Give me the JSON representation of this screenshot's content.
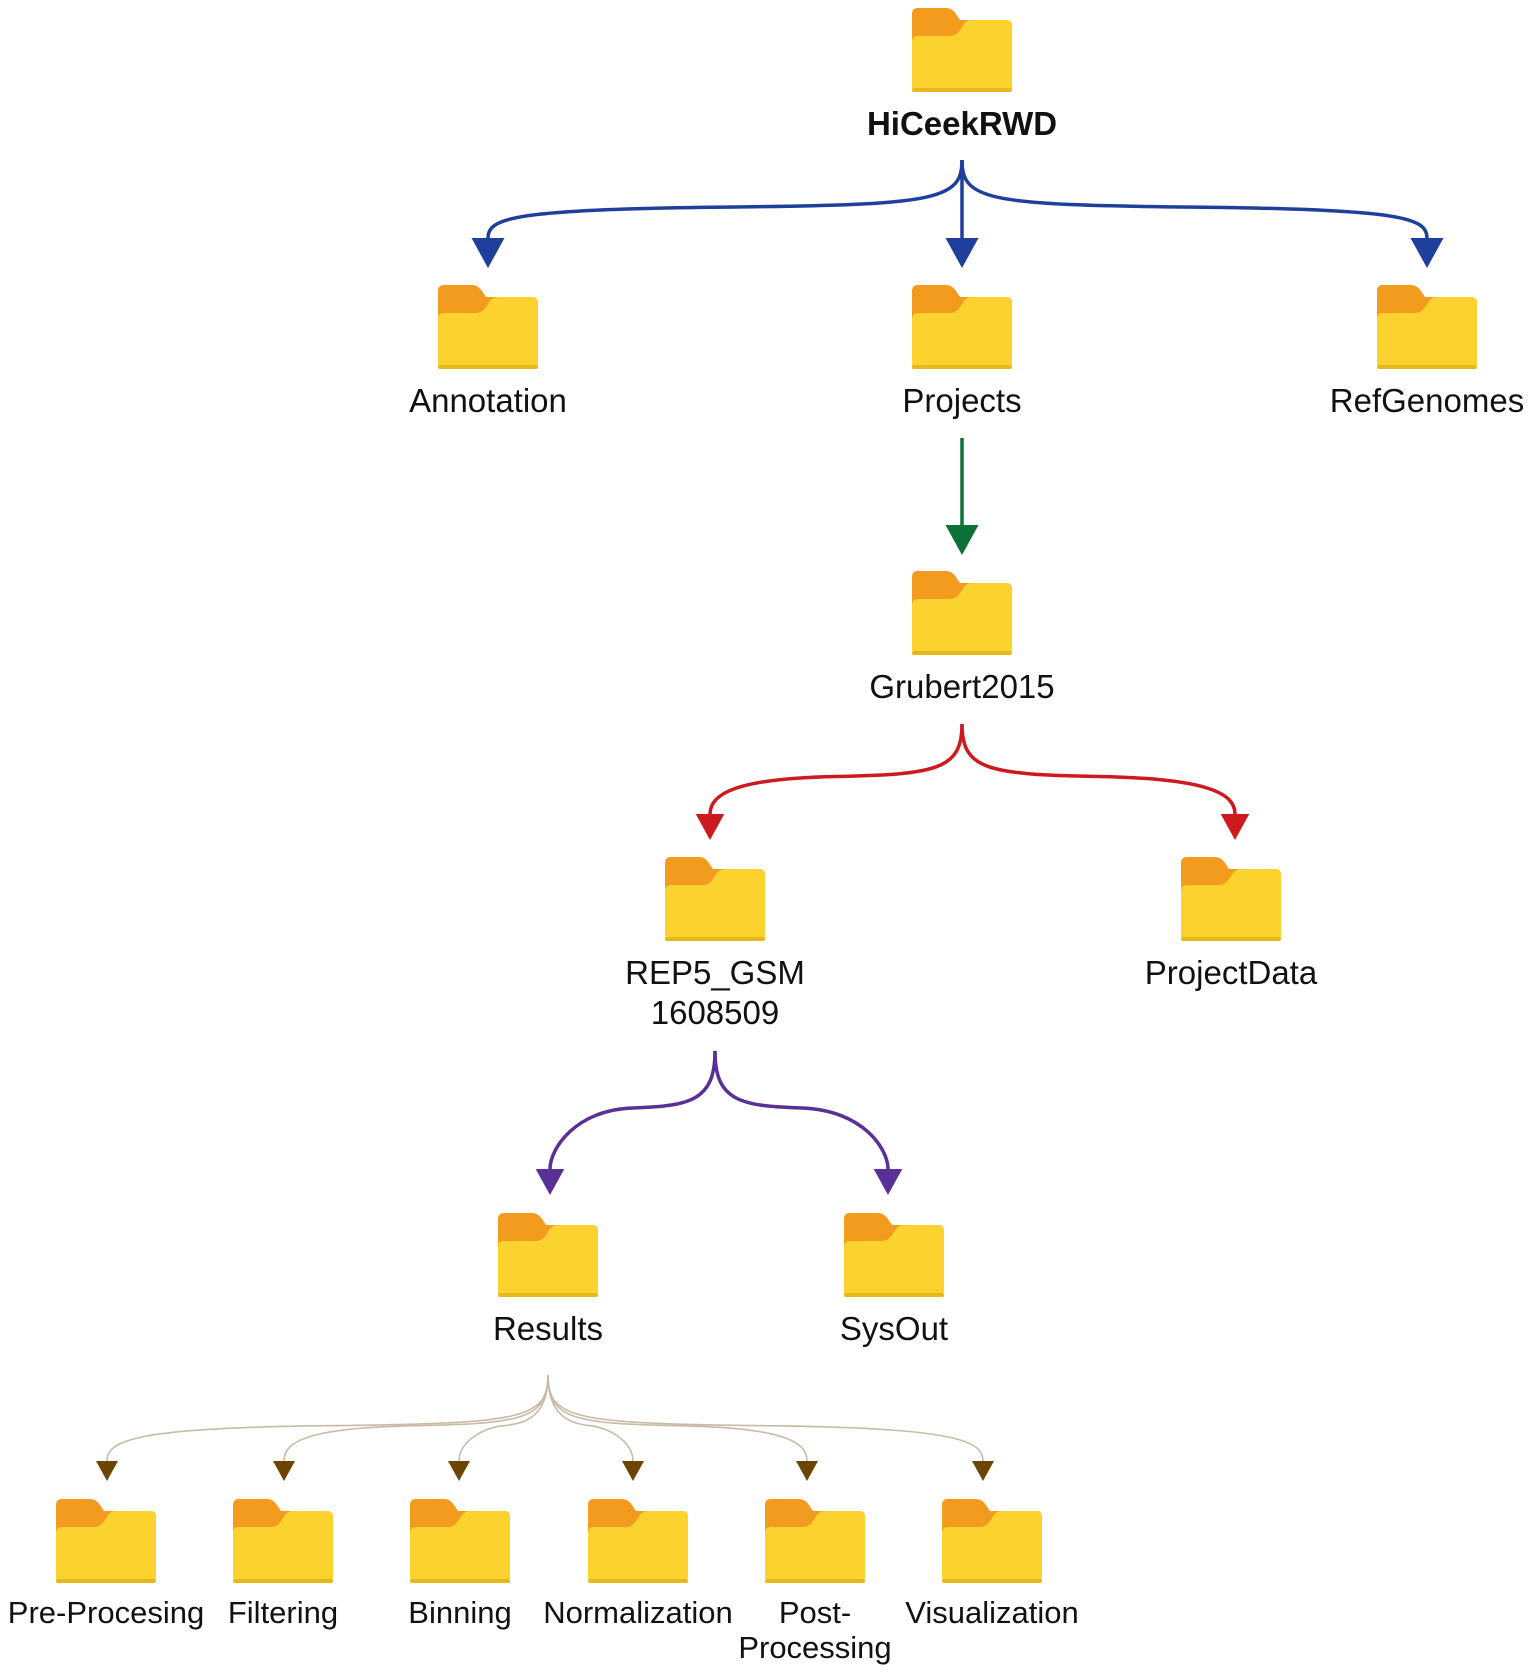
{
  "colors": {
    "level1": "#1f3f9c",
    "level2": "#0a7236",
    "level3": "#cc1a1f",
    "level4": "#5a2f96",
    "level5_line": "#c8bba6",
    "level5_head": "#6b4400",
    "folder_back": "#f29b1e",
    "folder_front": "#fbd22e",
    "folder_shade": "#e7b81c"
  },
  "nodes": [
    {
      "id": "root",
      "label": "HiCeekRWD",
      "icon": "folder-icon"
    },
    {
      "id": "annotation",
      "label": "Annotation",
      "icon": "folder-icon"
    },
    {
      "id": "projects",
      "label": "Projects",
      "icon": "folder-icon"
    },
    {
      "id": "refgenomes",
      "label": "RefGenomes",
      "icon": "folder-icon"
    },
    {
      "id": "grubert2015",
      "label": "Grubert2015",
      "icon": "folder-icon"
    },
    {
      "id": "rep5",
      "label": "REP5_GSM\n1608509",
      "icon": "folder-icon"
    },
    {
      "id": "projectdata",
      "label": "ProjectData",
      "icon": "folder-icon"
    },
    {
      "id": "results",
      "label": "Results",
      "icon": "folder-icon"
    },
    {
      "id": "sysout",
      "label": "SysOut",
      "icon": "folder-icon"
    },
    {
      "id": "preprocesing",
      "label": "Pre-Procesing",
      "icon": "folder-icon"
    },
    {
      "id": "filtering",
      "label": "Filtering",
      "icon": "folder-icon"
    },
    {
      "id": "binning",
      "label": "Binning",
      "icon": "folder-icon"
    },
    {
      "id": "normalization",
      "label": "Normalization",
      "icon": "folder-icon"
    },
    {
      "id": "postprocessing",
      "label": "Post-\nProcessing",
      "icon": "folder-icon"
    },
    {
      "id": "visualization",
      "label": "Visualization",
      "icon": "folder-icon"
    }
  ],
  "edges": [
    {
      "from": "root",
      "to": "annotation",
      "color": "level1"
    },
    {
      "from": "root",
      "to": "projects",
      "color": "level1"
    },
    {
      "from": "root",
      "to": "refgenomes",
      "color": "level1"
    },
    {
      "from": "projects",
      "to": "grubert2015",
      "color": "level2"
    },
    {
      "from": "grubert2015",
      "to": "rep5",
      "color": "level3"
    },
    {
      "from": "grubert2015",
      "to": "projectdata",
      "color": "level3"
    },
    {
      "from": "rep5",
      "to": "results",
      "color": "level4"
    },
    {
      "from": "rep5",
      "to": "sysout",
      "color": "level4"
    },
    {
      "from": "results",
      "to": "preprocesing",
      "color": "level5"
    },
    {
      "from": "results",
      "to": "filtering",
      "color": "level5"
    },
    {
      "from": "results",
      "to": "binning",
      "color": "level5"
    },
    {
      "from": "results",
      "to": "normalization",
      "color": "level5"
    },
    {
      "from": "results",
      "to": "postprocessing",
      "color": "level5"
    },
    {
      "from": "results",
      "to": "visualization",
      "color": "level5"
    }
  ]
}
